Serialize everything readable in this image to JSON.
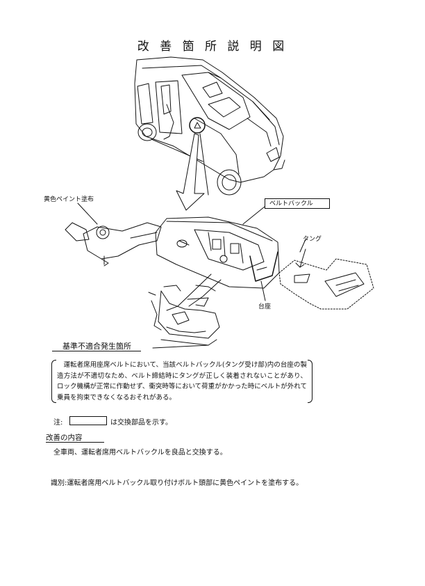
{
  "title": "改 善 箇 所 説 明 図",
  "callouts": {
    "yellow_paint": "黄色ペイント塗布",
    "belt_buckle": "ベルトバックル",
    "tongue": "タング",
    "base": "台座"
  },
  "defect_label": "基準不適合発生箇所",
  "description": "運転者席用座席ベルトにおいて、当該ベルトバックル(タング受け部)内の台座の製造方法が不適切なため、ベルト締結時にタングが正しく装着されないことがあり、ロック機構が正常に作動せず、衝突時等において荷重がかかった時にベルトが外れて乗員を拘束できなくなるおそれがある。",
  "note": {
    "prefix": "注:",
    "suffix": "は交換部品を示す。"
  },
  "improvement": {
    "heading": "改善の内容",
    "text": "全車両、運転者席用ベルトバックルを良品と交換する。"
  },
  "identification": "識別:運転者席用ベルトバックル取り付けボルト頭部に黄色ペイントを塗布する。"
}
